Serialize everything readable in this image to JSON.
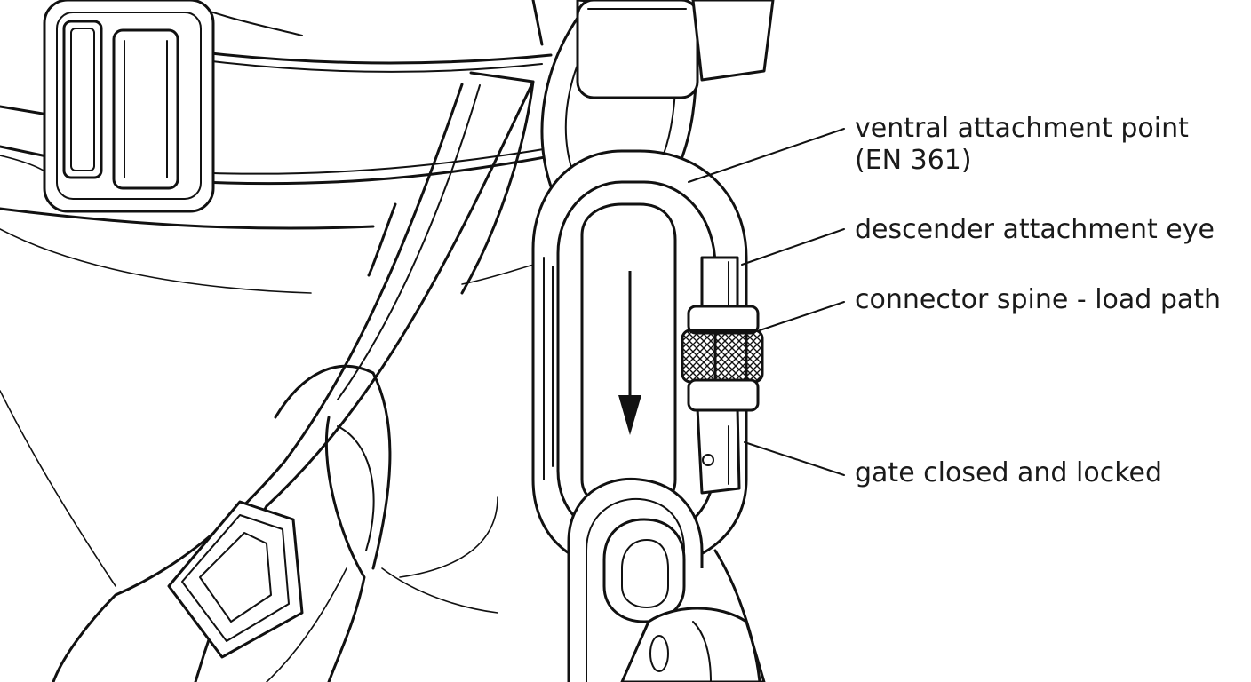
{
  "labels": {
    "ventral_line1": "ventral attachment point",
    "ventral_line2": "(EN 361)",
    "descender": "descender attachment eye",
    "spine": "connector spine - load path",
    "gate": "gate closed and locked"
  },
  "colors": {
    "line": "#111111",
    "background": "#ffffff"
  },
  "icons": [
    "load-direction-arrow-icon",
    "knurled-locking-sleeve-icon"
  ]
}
